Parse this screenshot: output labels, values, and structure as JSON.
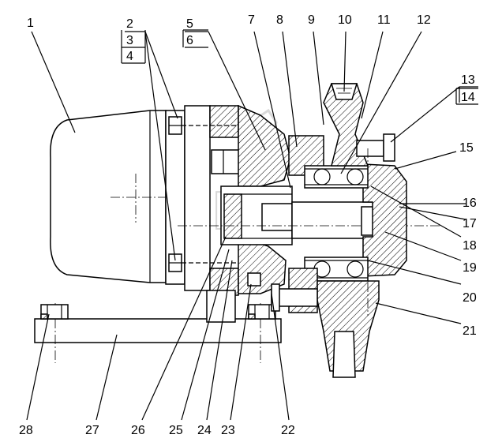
{
  "diagram": {
    "callouts": [
      {
        "id": "c1",
        "text": "1"
      },
      {
        "id": "c2",
        "text": "2"
      },
      {
        "id": "c3",
        "text": "3"
      },
      {
        "id": "c4",
        "text": "4"
      },
      {
        "id": "c5",
        "text": "5"
      },
      {
        "id": "c6",
        "text": "6"
      },
      {
        "id": "c7",
        "text": "7"
      },
      {
        "id": "c8",
        "text": "8"
      },
      {
        "id": "c9",
        "text": "9"
      },
      {
        "id": "c10",
        "text": "10"
      },
      {
        "id": "c11",
        "text": "11"
      },
      {
        "id": "c12",
        "text": "12"
      },
      {
        "id": "c13",
        "text": "13"
      },
      {
        "id": "c14",
        "text": "14"
      },
      {
        "id": "c15",
        "text": "15"
      },
      {
        "id": "c16",
        "text": "16"
      },
      {
        "id": "c17",
        "text": "17"
      },
      {
        "id": "c18",
        "text": "18"
      },
      {
        "id": "c19",
        "text": "19"
      },
      {
        "id": "c20",
        "text": "20"
      },
      {
        "id": "c21",
        "text": "21"
      },
      {
        "id": "c22",
        "text": "22"
      },
      {
        "id": "c23",
        "text": "23"
      },
      {
        "id": "c24",
        "text": "24"
      },
      {
        "id": "c25",
        "text": "25"
      },
      {
        "id": "c26",
        "text": "26"
      },
      {
        "id": "c27",
        "text": "27"
      },
      {
        "id": "c28",
        "text": "28"
      }
    ]
  }
}
